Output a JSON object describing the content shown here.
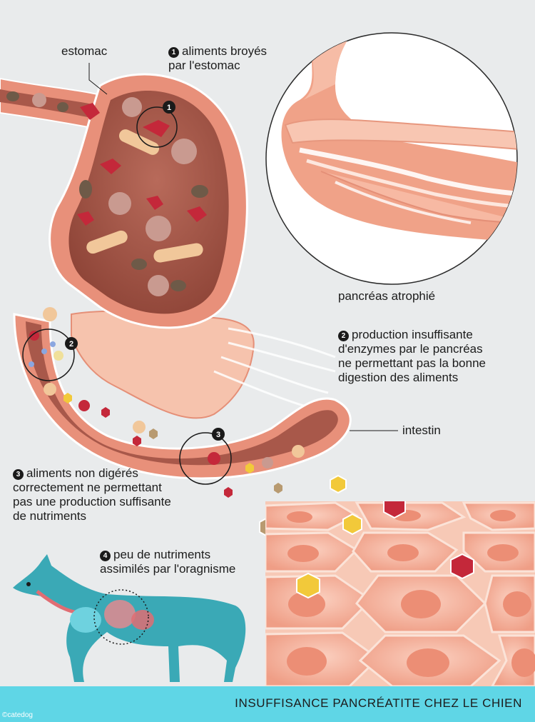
{
  "labels": {
    "stomach": "estomac",
    "step1_num": "1",
    "step1_line1": "aliments broyés",
    "step1_line2": "par l'estomac",
    "pancreas": "pancréas atrophié",
    "step2_num": "2",
    "step2_line1": "production insuffisante",
    "step2_line2": "d'enzymes par le pancréas",
    "step2_line3": "ne permettant pas la bonne",
    "step2_line4": "digestion des aliments",
    "intestine": "intestin",
    "step3_num": "3",
    "step3_line1": "aliments non digérés",
    "step3_line2": "correctement ne permettant",
    "step3_line3": "pas une production suffisante",
    "step3_line4": "de nutriments",
    "step4_num": "4",
    "step4_line1": "peu de nutriments",
    "step4_line2": "assimilés par l'oragnisme"
  },
  "markers": {
    "m1": "1",
    "m2": "2",
    "m3": "3"
  },
  "banner": {
    "title": "INSUFFISANCE PANCRÉATITE CHEZ LE CHIEN"
  },
  "credit": "©catedog",
  "colors": {
    "background": "#e9ebec",
    "stomach_wall": "#e8907a",
    "stomach_inside": "#a8584a",
    "pancreas": "#f4b49a",
    "cells": "#f2a58d",
    "dog": "#3aa9b6",
    "banner": "#5fd6e6"
  }
}
